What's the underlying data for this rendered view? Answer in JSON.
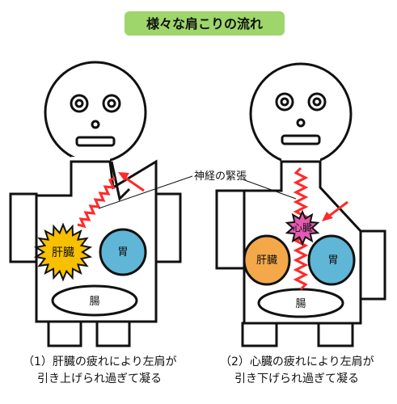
{
  "title": "様々な肩こりの流れ",
  "colors": {
    "title_bg": "#9fd66b",
    "liver": "#f4a84a",
    "stomach": "#5fb6d6",
    "heart": "#e45ab0",
    "starburst": "#f7c000",
    "zigzag": "#ff2a2a",
    "arrow": "#ff2a2a",
    "outline": "#111111"
  },
  "annotation": "神経の緊張",
  "figures": [
    {
      "organs": {
        "liver": "肝臓",
        "stomach": "胃",
        "intestine": "腸"
      },
      "caption": [
        "（1）肝臓の疲れにより左肩が",
        "引き上げられ過ぎて凝る"
      ]
    },
    {
      "organs": {
        "liver": "肝臓",
        "stomach": "胃",
        "intestine": "腸",
        "heart": "心臓"
      },
      "caption": [
        "（2）心臓の疲れにより左肩が",
        "引き下げられ過ぎて凝る"
      ]
    }
  ]
}
